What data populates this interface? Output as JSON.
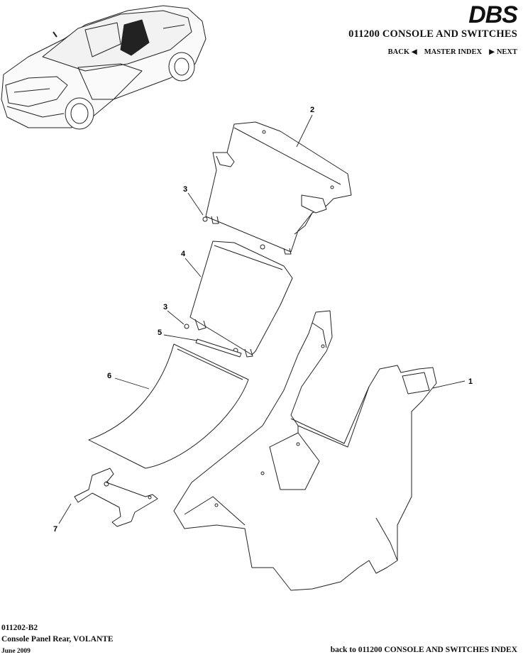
{
  "header": {
    "brand_logo": "DBS",
    "section_title": "011200 CONSOLE AND SWITCHES",
    "nav": {
      "back": "BACK",
      "master_index": "MASTER INDEX",
      "next": "NEXT"
    }
  },
  "callouts": [
    "1",
    "2",
    "3",
    "3",
    "4",
    "5",
    "6",
    "7"
  ],
  "footer": {
    "code": "011202-B2",
    "description": "Console Panel Rear, VOLANTE",
    "date": "June 2009",
    "back_link": "back to 011200 CONSOLE AND SWITCHES INDEX"
  }
}
